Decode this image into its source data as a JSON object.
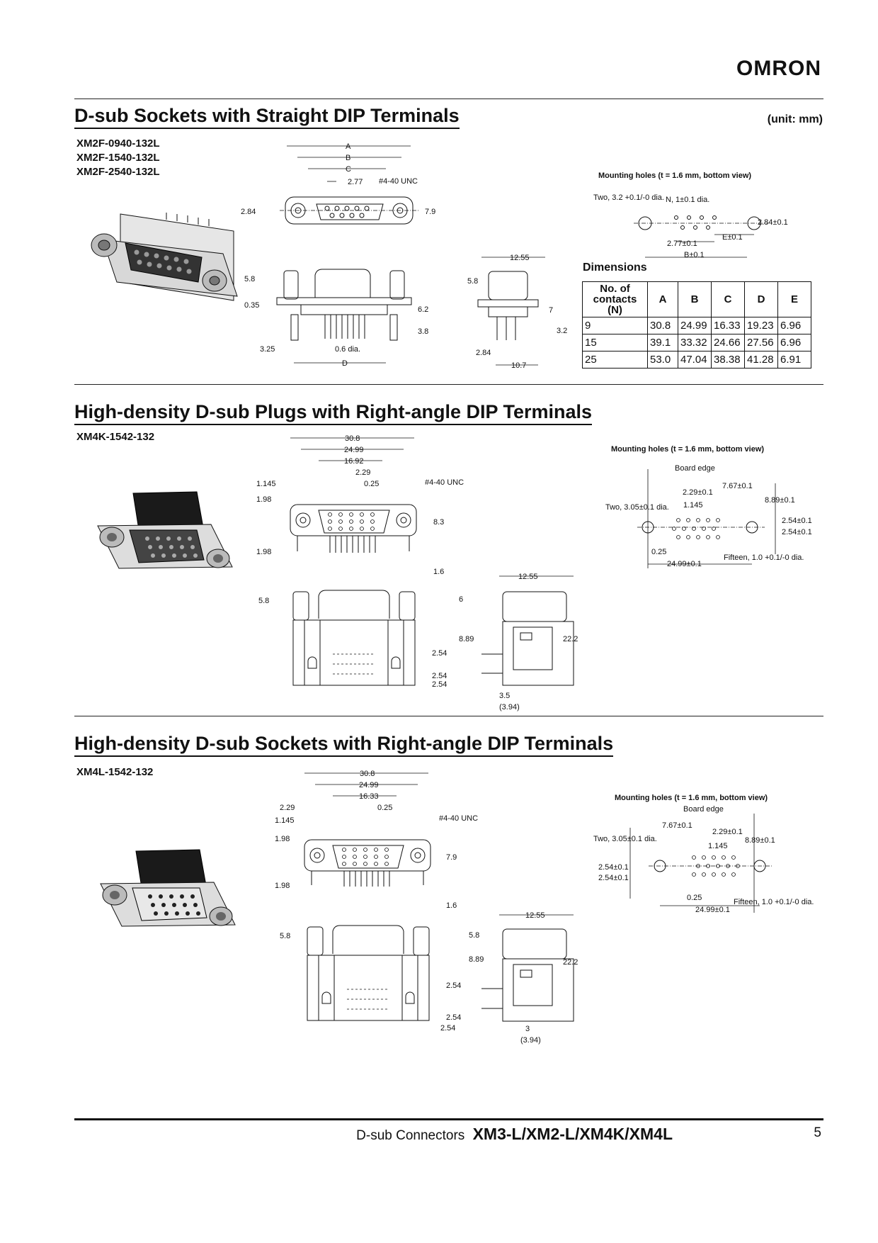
{
  "header": {
    "logo_text": "omron"
  },
  "sections": [
    {
      "title": "D-sub Sockets with Straight DIP Terminals",
      "unit_label": "(unit: mm)",
      "models": [
        "XM2F-0940-132L",
        "XM2F-1540-132L",
        "XM2F-2540-132L"
      ],
      "drawing_labels": {
        "A": "A",
        "B": "B",
        "C": "C",
        "D": "D",
        "dim_277": "2.77",
        "unc": "#4-40 UNC",
        "dim_284": "2.84",
        "dim_79": "7.9",
        "dim_58": "5.8",
        "dim_035": "0.35",
        "dim_62": "6.2",
        "dim_38": "3.8",
        "dim_325": "3.25",
        "dim_06dia": "0.6 dia.",
        "dim_1255": "12.55",
        "dim_58b": "5.8",
        "dim_7": "7",
        "dim_32": "3.2",
        "dim_284b": "2.84",
        "dim_107": "10.7"
      },
      "mounting": {
        "title": "Mounting holes (t = 1.6 mm, bottom view)",
        "two_holes": "Two, 3.2 +0.1/-0 dia.",
        "n_holes": "N, 1±0.1 dia.",
        "dim_284": "2.84±0.1",
        "E": "E±0.1",
        "dim_277": "2.77±0.1",
        "B": "B±0.1"
      },
      "dimensions": {
        "title": "Dimensions",
        "headers": [
          "No. of contacts (N)",
          "A",
          "B",
          "C",
          "D",
          "E"
        ],
        "rows": [
          [
            "9",
            "30.8",
            "24.99",
            "16.33",
            "19.23",
            "6.96"
          ],
          [
            "15",
            "39.1",
            "33.32",
            "24.66",
            "27.56",
            "6.96"
          ],
          [
            "25",
            "53.0",
            "47.04",
            "38.38",
            "41.28",
            "6.91"
          ]
        ]
      }
    },
    {
      "title": "High-density D-sub Plugs with Right-angle DIP Terminals",
      "models": [
        "XM4K-1542-132"
      ],
      "drawing_labels": {
        "dim_308": "30.8",
        "dim_2499": "24.99",
        "dim_1692": "16.92",
        "dim_229": "2.29",
        "dim_1145": "1.145",
        "dim_025": "0.25",
        "unc": "#4-40 UNC",
        "dim_198a": "1.98",
        "dim_83": "8.3",
        "dim_198b": "1.98",
        "dim_16": "1.6",
        "dim_1255": "12.55",
        "dim_58": "5.8",
        "dim_6": "6",
        "dim_254a": "2.54",
        "dim_889": "8.89",
        "dim_222": "22.2",
        "dim_254b": "2.54",
        "dim_254c": "2.54",
        "dim_35": "3.5",
        "dim_394": "(3.94)"
      },
      "mounting": {
        "title": "Mounting holes (t = 1.6 mm, bottom view)",
        "board_edge": "Board edge",
        "dim_767": "7.67±0.1",
        "dim_229": "2.29±0.1",
        "dim_889": "8.89±0.1",
        "two_holes": "Two, 3.05±0.1 dia.",
        "dim_1145": "1.145",
        "dim_254a": "2.54±0.1",
        "dim_254b": "2.54±0.1",
        "dim_025": "0.25",
        "fifteen": "Fifteen, 1.0 +0.1/-0 dia.",
        "dim_2499": "24.99±0.1"
      }
    },
    {
      "title": "High-density D-sub Sockets with Right-angle DIP Terminals",
      "models": [
        "XM4L-1542-132"
      ],
      "drawing_labels": {
        "dim_308": "30.8",
        "dim_2499": "24.99",
        "dim_1633": "16.33",
        "dim_229": "2.29",
        "dim_025": "0.25",
        "dim_1145": "1.145",
        "unc": "#4-40 UNC",
        "dim_198a": "1.98",
        "dim_79": "7.9",
        "dim_198b": "1.98",
        "dim_16": "1.6",
        "dim_1255": "12.55",
        "dim_58a": "5.8",
        "dim_58b": "5.8",
        "dim_254a": "2.54",
        "dim_889": "8.89",
        "dim_222": "22.2",
        "dim_254b": "2.54",
        "dim_254c": "2.54",
        "dim_3": "3",
        "dim_394": "(3.94)"
      },
      "mounting": {
        "title": "Mounting holes (t = 1.6 mm, bottom view)",
        "board_edge": "Board edge",
        "dim_767": "7.67±0.1",
        "dim_229": "2.29±0.1",
        "two_holes": "Two, 3.05±0.1 dia.",
        "dim_889": "8.89±0.1",
        "dim_1145": "1.145",
        "dim_254a": "2.54±0.1",
        "dim_254b": "2.54±0.1",
        "dim_025": "0.25",
        "fifteen": "Fifteen, 1.0 +0.1/-0 dia.",
        "dim_2499": "24.99±0.1"
      }
    }
  ],
  "footer": {
    "text": "D-sub Connectors",
    "series": "XM3-L/XM2-L/XM4K/XM4L",
    "page": "5"
  }
}
